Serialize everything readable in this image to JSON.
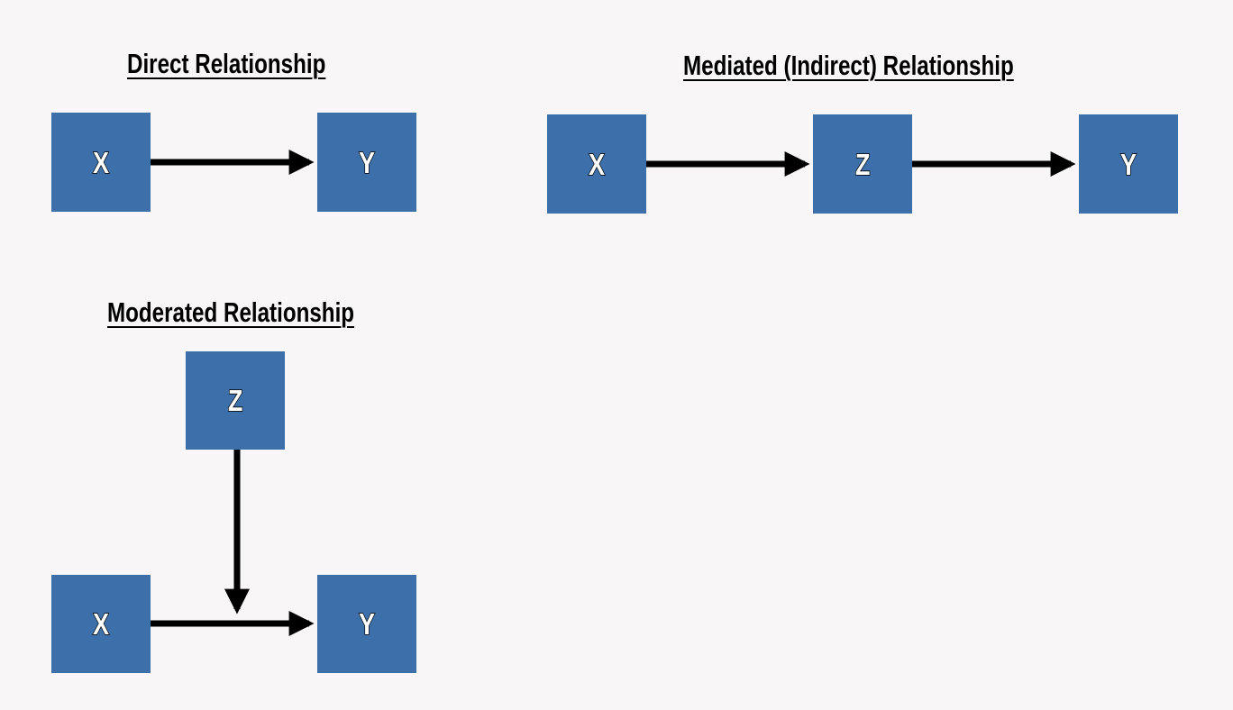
{
  "direct": {
    "title": "Direct Relationship",
    "nodes": {
      "x": "X",
      "y": "Y"
    }
  },
  "mediated": {
    "title": "Mediated (Indirect) Relationship",
    "nodes": {
      "x": "X",
      "z": "Z",
      "y": "Y"
    }
  },
  "moderated": {
    "title": "Moderated Relationship",
    "nodes": {
      "z": "Z",
      "x": "X",
      "y": "Y"
    }
  },
  "colors": {
    "node_fill": "#3d70aa",
    "arrow": "#000000",
    "background": "#f8f6f7"
  }
}
